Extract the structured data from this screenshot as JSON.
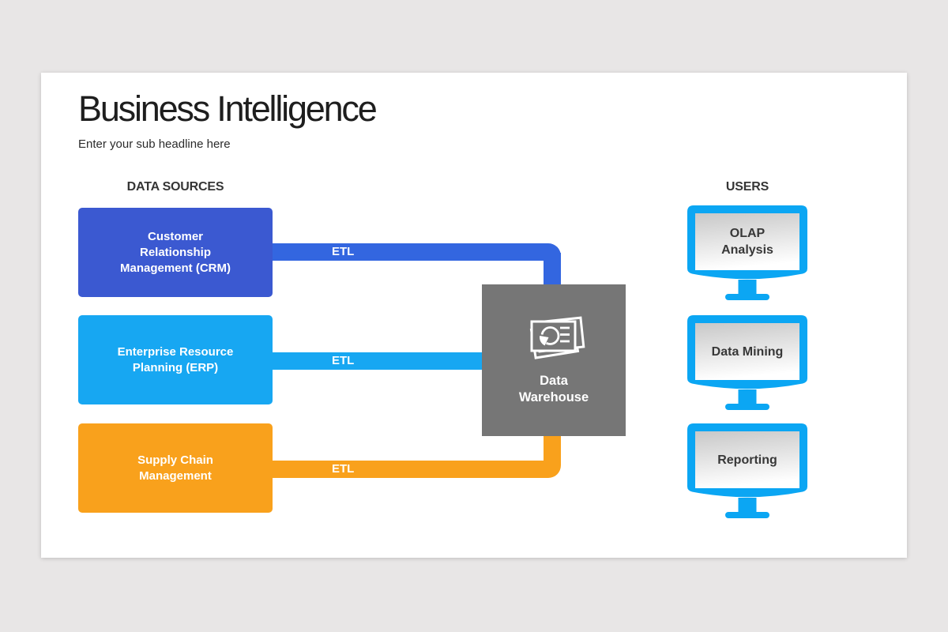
{
  "header": {
    "title": "Business Intelligence",
    "subtitle": "Enter your sub headline here"
  },
  "sources": {
    "heading": "DATA SOURCES",
    "items": [
      {
        "lines": [
          "Customer",
          "Relationship",
          "Management (CRM)"
        ],
        "color": "#3b59d1",
        "connector_label": "ETL"
      },
      {
        "lines": [
          "Enterprise Resource",
          "Planning (ERP)"
        ],
        "color": "#17a7f2",
        "connector_label": "ETL"
      },
      {
        "lines": [
          "Supply Chain",
          "Management"
        ],
        "color": "#f9a11c",
        "connector_label": "ETL"
      }
    ]
  },
  "warehouse": {
    "lines": [
      "Data",
      "Warehouse"
    ],
    "color": "#767676",
    "icon": "stacked-report-slides-icon"
  },
  "users": {
    "heading": "USERS",
    "monitor_color": "#0ba6f3",
    "items": [
      {
        "lines": [
          "OLAP",
          "Analysis"
        ]
      },
      {
        "lines": [
          "Data Mining"
        ]
      },
      {
        "lines": [
          "Reporting"
        ]
      }
    ]
  }
}
